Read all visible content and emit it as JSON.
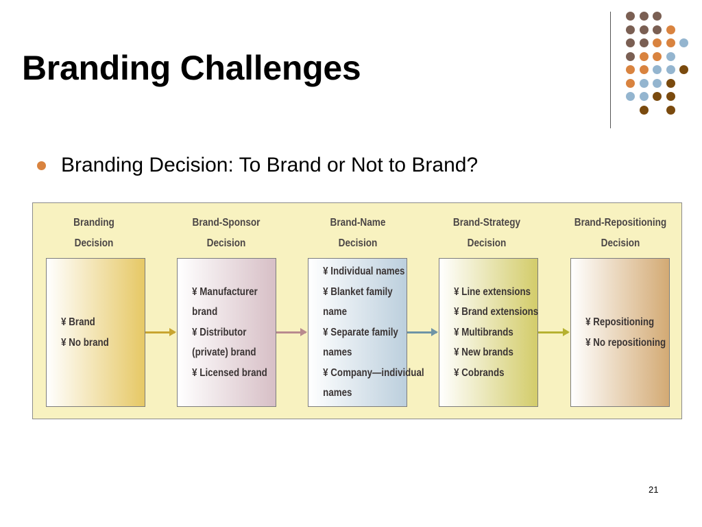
{
  "slide": {
    "title": "Branding Challenges",
    "bullet": "Branding Decision: To Brand or Not to Brand?",
    "page_number": "21"
  },
  "colors": {
    "brown_gray": "#7a5f53",
    "orange": "#d9833f",
    "light_blue": "#94b5cf",
    "dark_brown": "#7a4a0e",
    "panel_background": "#f8f2c0",
    "bullet": "#d9833f"
  },
  "figure": {
    "stages": [
      {
        "header_line1": "Branding",
        "header_line2": "Decision",
        "items": [
          [
            "¥ Brand"
          ],
          [
            "¥ No brand"
          ]
        ]
      },
      {
        "header_line1": "Brand-Sponsor",
        "header_line2": "Decision",
        "items": [
          [
            "¥ Manufacturer",
            "brand"
          ],
          [
            "¥ Distributor",
            "(private) brand"
          ],
          [
            "¥ Licensed brand"
          ]
        ]
      },
      {
        "header_line1": "Brand-Name",
        "header_line2": "Decision",
        "items": [
          [
            "¥ Individual names"
          ],
          [
            "¥ Blanket family",
            "name"
          ],
          [
            "¥ Separate family",
            "names"
          ],
          [
            "¥ Company—individual",
            "names"
          ]
        ]
      },
      {
        "header_line1": "Brand-Strategy",
        "header_line2": "Decision",
        "items": [
          [
            "¥ Line extensions"
          ],
          [
            "¥ Brand extensions"
          ],
          [
            "¥ Multibrands"
          ],
          [
            "¥ New brands"
          ],
          [
            "¥ Cobrands"
          ]
        ]
      },
      {
        "header_line1": "Brand-Repositioning",
        "header_line2": "Decision",
        "items": [
          [
            "¥ Repositioning"
          ],
          [
            "¥ No repositioning"
          ]
        ]
      }
    ],
    "box_gradients": [
      [
        "#ffffff",
        "#e6c865"
      ],
      [
        "#ffffff",
        "#d7bfc6"
      ],
      [
        "#ffffff",
        "#bccfdd"
      ],
      [
        "#ffffff",
        "#d3cc6a"
      ],
      [
        "#ffffff",
        "#d3aa74"
      ]
    ],
    "arrow_colors": [
      "#c8a530",
      "#b88a8e",
      "#6e94a6",
      "#b6b12f"
    ]
  },
  "decoration": {
    "dot_grid": [
      [
        "brown_gray",
        "brown_gray",
        "brown_gray",
        "",
        ""
      ],
      [
        "brown_gray",
        "brown_gray",
        "brown_gray",
        "orange",
        ""
      ],
      [
        "brown_gray",
        "brown_gray",
        "orange",
        "orange",
        "light_blue"
      ],
      [
        "brown_gray",
        "orange",
        "orange",
        "light_blue",
        ""
      ],
      [
        "orange",
        "orange",
        "light_blue",
        "light_blue",
        "dark_brown"
      ],
      [
        "orange",
        "light_blue",
        "light_blue",
        "dark_brown",
        ""
      ],
      [
        "light_blue",
        "light_blue",
        "dark_brown",
        "dark_brown",
        ""
      ],
      [
        "",
        "dark_brown",
        "",
        "dark_brown",
        ""
      ]
    ]
  }
}
